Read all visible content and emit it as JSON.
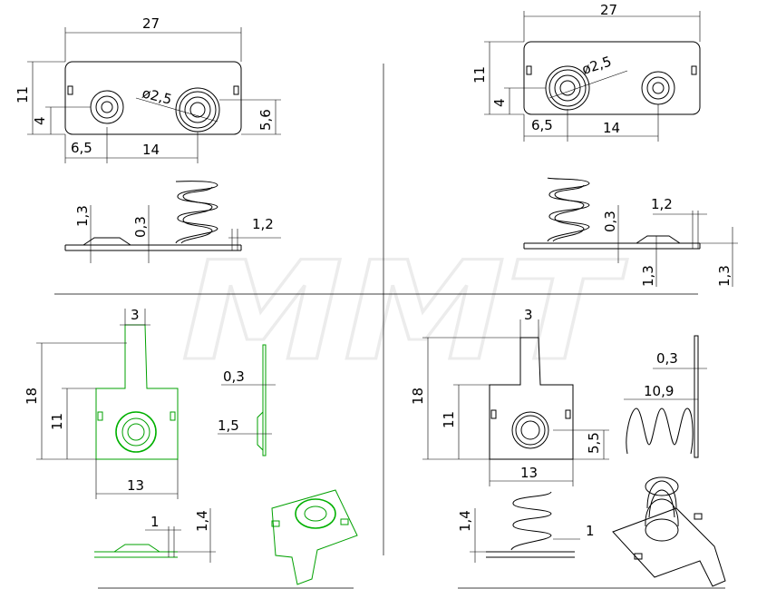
{
  "watermark": "MMT",
  "colors": {
    "line": "#000000",
    "green": "#00a000",
    "watermark": "#ececec"
  },
  "labels": {
    "tl_w": "27",
    "tl_h": "11",
    "tl_4": "4",
    "tl_hole": "ø2,5",
    "tl_56": "5,6",
    "tl_65": "6,5",
    "tl_14": "14",
    "tls_13": "1,3",
    "tls_03": "0,3",
    "tls_12": "1,2",
    "tr_w": "27",
    "tr_h": "11",
    "tr_hole": "ø2,5",
    "tr_4": "4",
    "tr_65": "6,5",
    "tr_14": "14",
    "trs_12": "1,2",
    "trs_03": "0,3",
    "trs_13a": "1,3",
    "trs_13b": "1,3",
    "bl_3": "3",
    "bl_18": "18",
    "bl_11": "11",
    "bl_03": "0,3",
    "bl_15": "1,5",
    "bl_13": "13",
    "bl_1": "1",
    "bl_14": "1,4",
    "br_3": "3",
    "br_18": "18",
    "br_11": "11",
    "br_55": "5,5",
    "br_13": "13",
    "br_03": "0,3",
    "br_109": "10,9",
    "br_14": "1,4",
    "br_1": "1"
  }
}
